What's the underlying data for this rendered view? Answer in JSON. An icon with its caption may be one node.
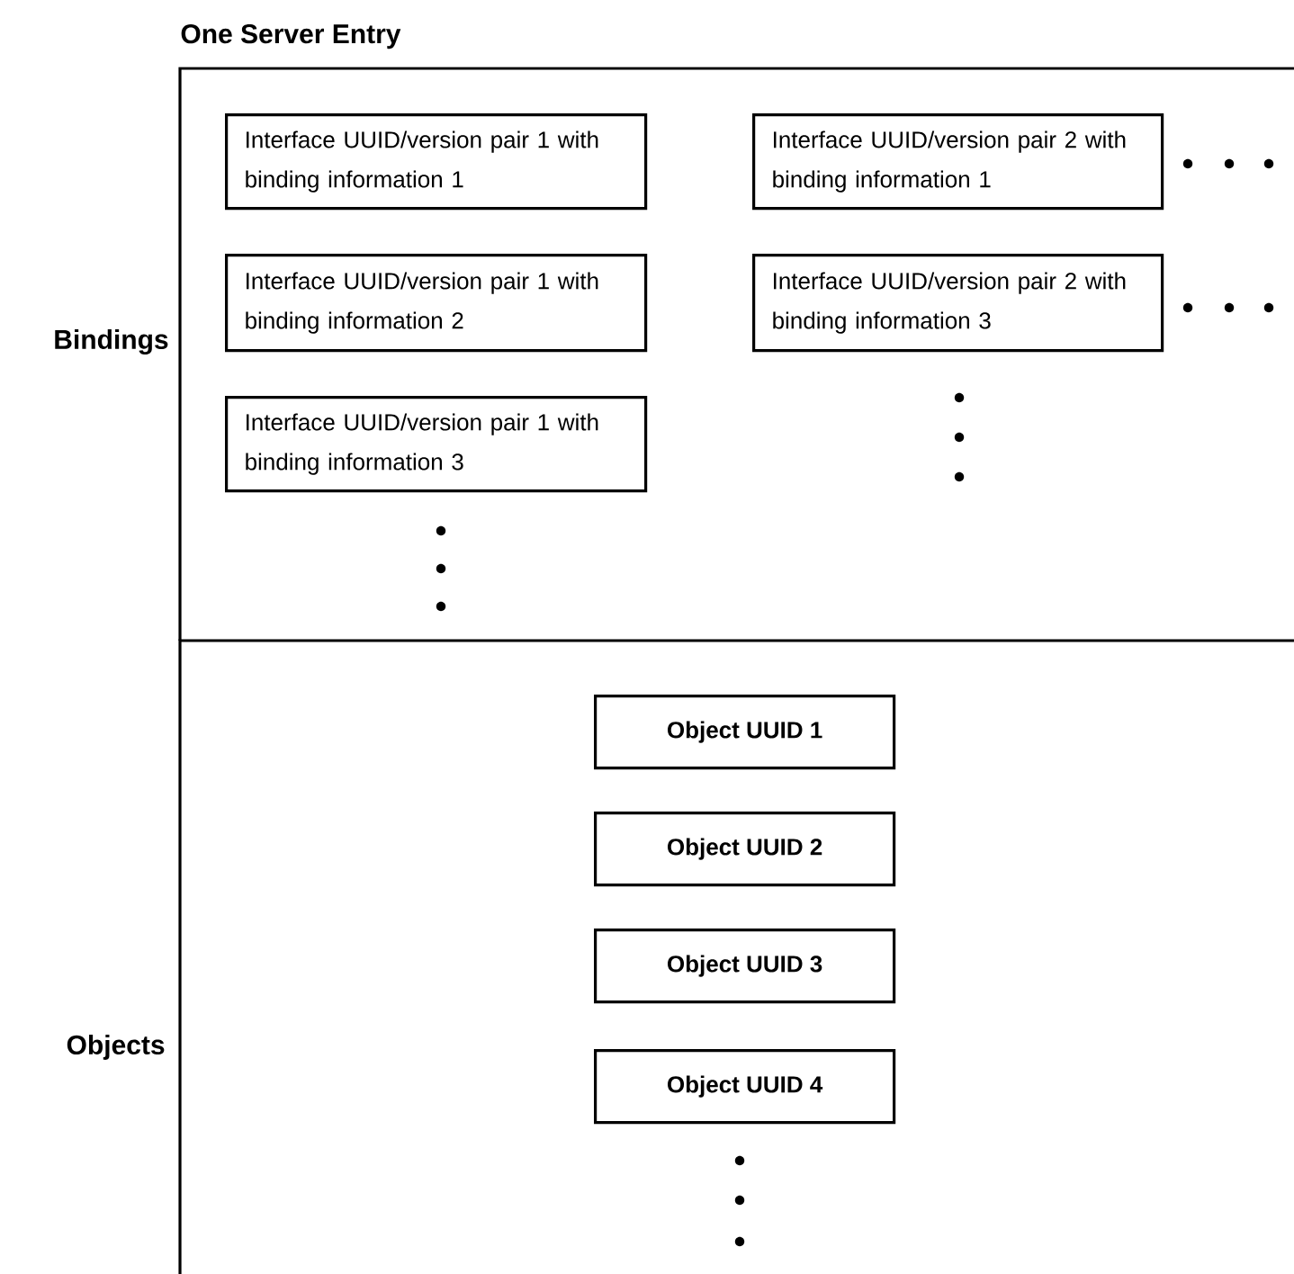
{
  "diagram": {
    "title": "One Server Entry",
    "nodes": [
      {
        "text": [
          "Bindings"
        ]
      },
      {
        "text": [
          "Interface UUID/version pair 1 with binding information 1"
        ],
        "in": 0
      },
      {
        "text": [
          "Interface UUID/version pair 2 with binding information 1"
        ],
        "in": 0
      },
      {
        "text": [
          "Interface UUID/version pair 1 with binding information 2"
        ],
        "in": 0
      },
      {
        "text": [
          "Interface UUID/version pair 2 with binding information 3"
        ],
        "in": 0
      },
      {
        "text": [
          "Interface UUID/version pair 1 with binding information 3"
        ],
        "in": 0
      },
      {
        "text": [
          "Objects"
        ]
      },
      {
        "text": [
          "Object UUID 1"
        ],
        "in": 6
      },
      {
        "text": [
          "Object UUID 2"
        ],
        "in": 6
      },
      {
        "text": [
          "Object UUID 3"
        ],
        "in": 6
      },
      {
        "text": [
          "Object UUID 4"
        ],
        "in": 6
      }
    ]
  }
}
